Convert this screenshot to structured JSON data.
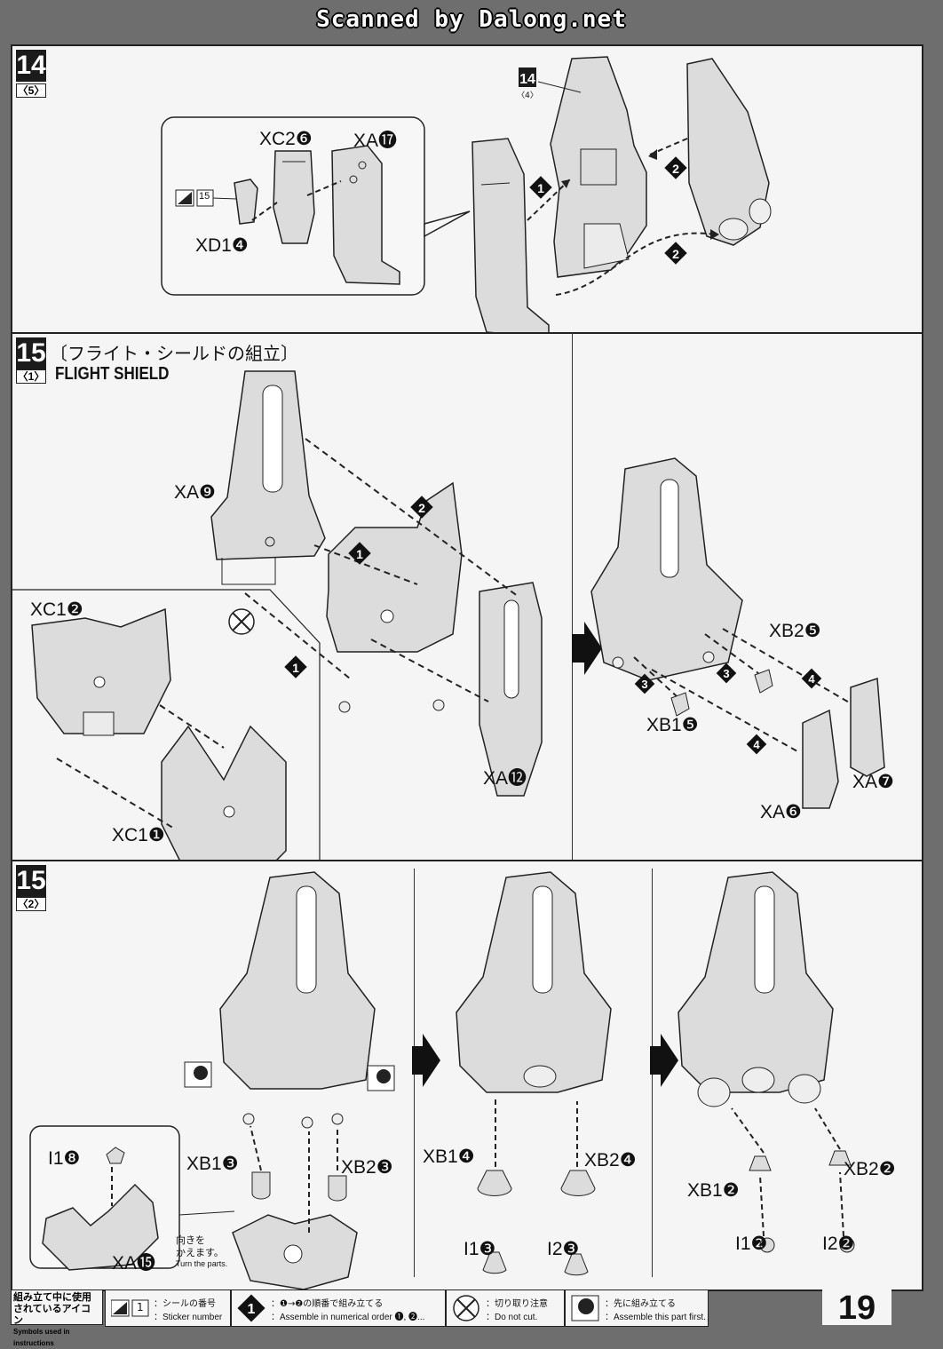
{
  "scan_credit": "Scanned by Dalong.net",
  "sections": {
    "s1": {
      "step": "14",
      "sub": "〈5〉",
      "inset_step": "14",
      "inset_sub": "〈4〉"
    },
    "s2": {
      "step": "15",
      "sub": "〈1〉",
      "title_jp": "〔フライト・シールドの組立〕",
      "title_en": "FLIGHT SHIELD"
    },
    "s3": {
      "step": "15",
      "sub": "〈2〉"
    }
  },
  "labels": {
    "xc2_6": "XC2❻",
    "xa_17": "XA⓱",
    "xd1_4": "XD1❹",
    "sticker_15": "15",
    "xa_9": "XA❾",
    "xc1_2": "XC1❷",
    "xc1_1": "XC1❶",
    "xa_12": "XA⓬",
    "xb2_5": "XB2❺",
    "xb1_5": "XB1❺",
    "xa_7": "XA❼",
    "xa_6": "XA❻",
    "i1_8": "I1❽",
    "xa_15": "XA⓯",
    "xb1_3": "XB1❸",
    "xb2_3": "XB2❸",
    "xb1_4": "XB1❹",
    "xb2_4": "XB2❹",
    "i1_3": "I1❸",
    "i2_3": "I2❸",
    "xb1_2": "XB1❷",
    "xb2_2": "XB2❷",
    "i1_2": "I1❷",
    "i2_2": "I2❷",
    "turn_jp1": "向きを",
    "turn_jp2": "かえます。",
    "turn_en": "Turn the parts."
  },
  "footer": {
    "legend_jp1": "組み立て中に使用",
    "legend_jp2": "されているアイコン",
    "legend_en": "Symbols used in instructions",
    "sticker_jp": "：シールの番号",
    "sticker_en": "：Sticker number",
    "sticker_num": "1",
    "order_jp": "：❶→❷の順番で組み立てる",
    "order_en": "：Assemble in numerical order ❶, ❷...",
    "cut_jp": "：切り取り注意",
    "cut_en": "：Do not cut.",
    "first_jp": "：先に組み立てる",
    "first_en": "：Assemble this part first.",
    "page_number": "19"
  },
  "colors": {
    "ink": "#111111",
    "paper": "#f5f5f5",
    "part_fill": "#dcdcdc",
    "frame": "#6e6e6e"
  }
}
